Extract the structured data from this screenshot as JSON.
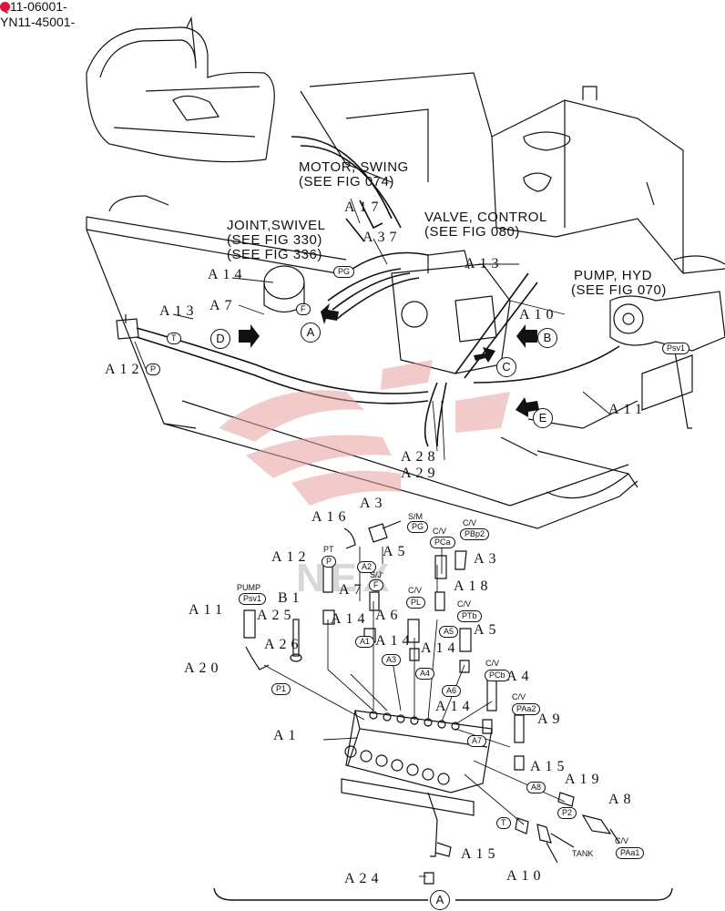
{
  "header": {
    "serial_1": "Q11-06001-",
    "serial_2": "YN11-45001-"
  },
  "watermark": {
    "text": "NEX",
    "color": "#e8a0a0"
  },
  "callouts": {
    "motor_swing": "MOTOR, SWING",
    "motor_swing_ref": "(SEE FIG 074)",
    "joint_swivel": "JOINT,SWIVEL",
    "joint_swivel_ref_1": "(SEE FIG 330)",
    "joint_swivel_ref_2": "(SEE FIG 336)",
    "valve_control": "VALVE, CONTROL",
    "valve_control_ref": "(SEE FIG 080)",
    "pump_hyd": "PUMP, HYD",
    "pump_hyd_ref": "(SEE FIG 070)"
  },
  "view_markers": {
    "A": "A",
    "B": "B",
    "C": "C",
    "D": "D",
    "E": "E",
    "A_bottom": "A"
  },
  "part_refs_top": {
    "a17": "A17",
    "a37": "A37",
    "a14": "A14",
    "a13_left": "A13",
    "a7": "A7",
    "a13_right": "A13",
    "a10": "A10",
    "a12": "A12",
    "a11": "A11",
    "a28": "A28",
    "a29": "A29"
  },
  "part_refs_bottom": {
    "a3_top": "A3",
    "a16": "A16",
    "a5_top": "A5",
    "a3_right": "A3",
    "a12": "A12",
    "a18": "A18",
    "a7": "A7",
    "a11": "A11",
    "b1": "B1",
    "a25": "A25",
    "a14_1": "A14",
    "a6": "A6",
    "a14_2": "A14",
    "a14_3": "A14",
    "a5_right": "A5",
    "a26": "A26",
    "a20": "A20",
    "a4": "A4",
    "a14_4": "A14",
    "a9": "A9",
    "a1": "A1",
    "a15_right": "A15",
    "a19": "A19",
    "a8": "A8",
    "a15_bottom": "A15",
    "a10": "A10",
    "a24": "A24"
  },
  "port_tags": {
    "pg_top": "PG",
    "f_top": "F",
    "t_top": "T",
    "p_top": "P",
    "psv1_top": "Psv1",
    "pg": "PG",
    "pca": "PCa",
    "pbp2": "PBp2",
    "p_pt": "P",
    "a2": "A2",
    "f_sj": "F",
    "pl": "PL",
    "pbt": "PTb",
    "psv1": "Psv1",
    "a1": "A1",
    "a5": "A5",
    "a3": "A3",
    "a4": "A4",
    "pcb": "PCb",
    "a6": "A6",
    "paa2": "PAa2",
    "p1": "P1",
    "a7": "A7",
    "a8": "A8",
    "p2": "P2",
    "t": "T",
    "paa1": "PAa1"
  },
  "port_captions": {
    "sm": "S/M",
    "cv_1": "C/V",
    "cv_2": "C/V",
    "pt": "PT",
    "sj": "S/J",
    "cv_3": "C/V",
    "cv_4": "C/V",
    "pump": "PUMP",
    "cv_5": "C/V",
    "cv_6": "C/V",
    "cv_7": "C/V",
    "tank": "TANK"
  }
}
